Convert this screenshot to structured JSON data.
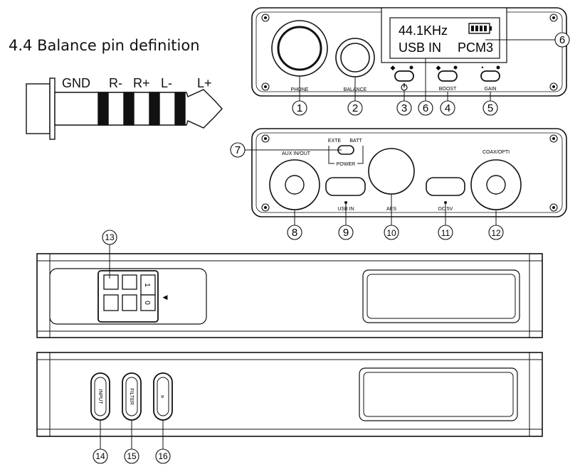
{
  "heading": "4.4 Balance pin definition",
  "plug": {
    "pins": [
      "GND",
      "R-",
      "R+",
      "L-",
      "L+"
    ]
  },
  "front_panel": {
    "labels": {
      "phone": "PHONE",
      "balance": "BALANCE",
      "boost": "BOOST",
      "gain": "GAIN"
    },
    "display": {
      "sample_rate": "44.1KHz",
      "input": "USB IN",
      "mode": "PCM3"
    },
    "callouts": [
      "1",
      "2",
      "3",
      "6",
      "4",
      "5",
      "6"
    ]
  },
  "rear_panel": {
    "labels": {
      "aux": "AUX IN/OUT",
      "exte": "EXTE",
      "batt": "BATT",
      "power": "POWER",
      "usb": "USB IN",
      "aes": "AES",
      "dc": "DC 5V",
      "coax": "COAX/OPTI"
    },
    "callouts": [
      "7",
      "8",
      "9",
      "10",
      "11",
      "12"
    ]
  },
  "side_top": {
    "dip_labels": [
      "1",
      "0"
    ],
    "callouts": [
      "13"
    ]
  },
  "side_bottom": {
    "buttons": [
      "INPUT",
      "FILTER",
      "»"
    ],
    "callouts": [
      "14",
      "15",
      "16"
    ]
  },
  "colors": {
    "line": "#111111",
    "background": "#ffffff"
  }
}
